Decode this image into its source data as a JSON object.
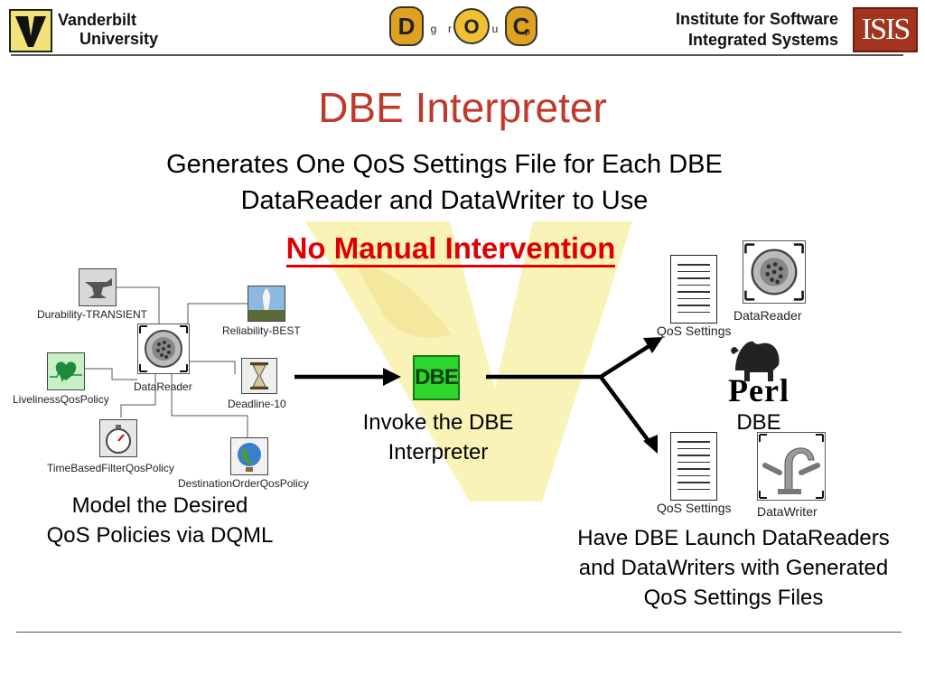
{
  "header": {
    "left_logo_line1": "Vanderbilt",
    "left_logo_line2": "University",
    "center_logo": [
      "D",
      "g",
      "r",
      "O",
      "u",
      "C",
      "p"
    ],
    "right_logo_line1": "Institute for Software",
    "right_logo_line2": "Integrated Systems",
    "right_logo_mark": "ISIS"
  },
  "slide": {
    "title": "DBE Interpreter",
    "subtitle_line1": "Generates One QoS Settings File for Each DBE",
    "subtitle_line2": "DataReader and DataWriter to Use",
    "emphasis": "No Manual Intervention"
  },
  "model": {
    "durability": "Durability-TRANSIENT",
    "reliability": "Reliability-BEST",
    "datareader": "DataReader",
    "liveliness": "LivelinessQosPolicy",
    "deadline": "Deadline-10",
    "timebased": "TimeBasedFilterQosPolicy",
    "destination": "DestinationOrderQosPolicy",
    "caption_line1": "Model the Desired",
    "caption_line2": "QoS Policies via DQML"
  },
  "interpreter": {
    "button_label": "DBE",
    "caption_line1": "Invoke the DBE",
    "caption_line2": "Interpreter"
  },
  "outputs": {
    "qos_top": "QoS Settings",
    "datareader": "DataReader",
    "dbe": "DBE",
    "perl": "Perl",
    "qos_bottom": "QoS Settings",
    "datawriter": "DataWriter",
    "caption_line1": "Have DBE Launch DataReaders",
    "caption_line2": "and DataWriters with Generated",
    "caption_line3": "QoS Settings Files"
  },
  "colors": {
    "title": "#c0392b",
    "emphasis": "#e00000",
    "dbe_button": "#2dd62d",
    "watermark": "#f7efa0"
  }
}
